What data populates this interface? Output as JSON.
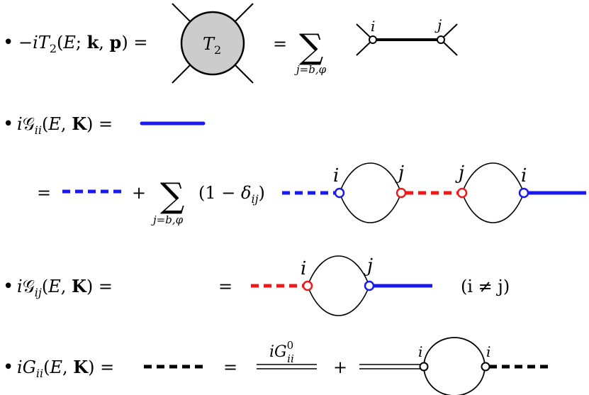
{
  "rows": [
    {
      "bullet": "•",
      "lhs": {
        "prefix": "−",
        "i": "i",
        "name": "T",
        "sub": "2",
        "args": [
          "E",
          "k",
          "p"
        ]
      },
      "blob_label": {
        "name": "T",
        "sub": "2"
      },
      "sum_symbol": "∑",
      "sum_index": "j=b,φ",
      "vertex_labels": [
        "i",
        "j"
      ],
      "eq": "="
    },
    {
      "bullet": "•",
      "lhs": {
        "i": "i",
        "name": "𝒢",
        "sub": "ii",
        "args": [
          "E",
          "K"
        ]
      },
      "eq": "="
    },
    {
      "eq": "=",
      "plus": "+",
      "sum_symbol": "∑",
      "sum_index": "j=b,φ",
      "factor": {
        "open": "(1 − ",
        "delta": "δ",
        "sub": "ij",
        "close": ")"
      },
      "vertex_labels": [
        "i",
        "j",
        "j",
        "i"
      ]
    },
    {
      "bullet": "•",
      "lhs": {
        "i": "i",
        "name": "𝒢",
        "sub": "ij",
        "args": [
          "E",
          "K"
        ]
      },
      "eq": "=",
      "vertex_labels": [
        "i",
        "j"
      ],
      "condition": "(i ≠ j)"
    },
    {
      "bullet": "•",
      "lhs": {
        "i": "i",
        "name": "G",
        "sub": "ii",
        "args": [
          "E",
          "K"
        ]
      },
      "eq": "=",
      "free_label": {
        "i": "i",
        "name": "G",
        "sup": "0",
        "sub": "ii"
      },
      "plus": "+",
      "vertex_labels": [
        "i",
        "i"
      ]
    }
  ],
  "colors": {
    "blue": "#1a1aee",
    "red": "#ee1a1a",
    "magenta": "#e020e0",
    "black": "#000000",
    "blob_fill": "#cccccc"
  }
}
